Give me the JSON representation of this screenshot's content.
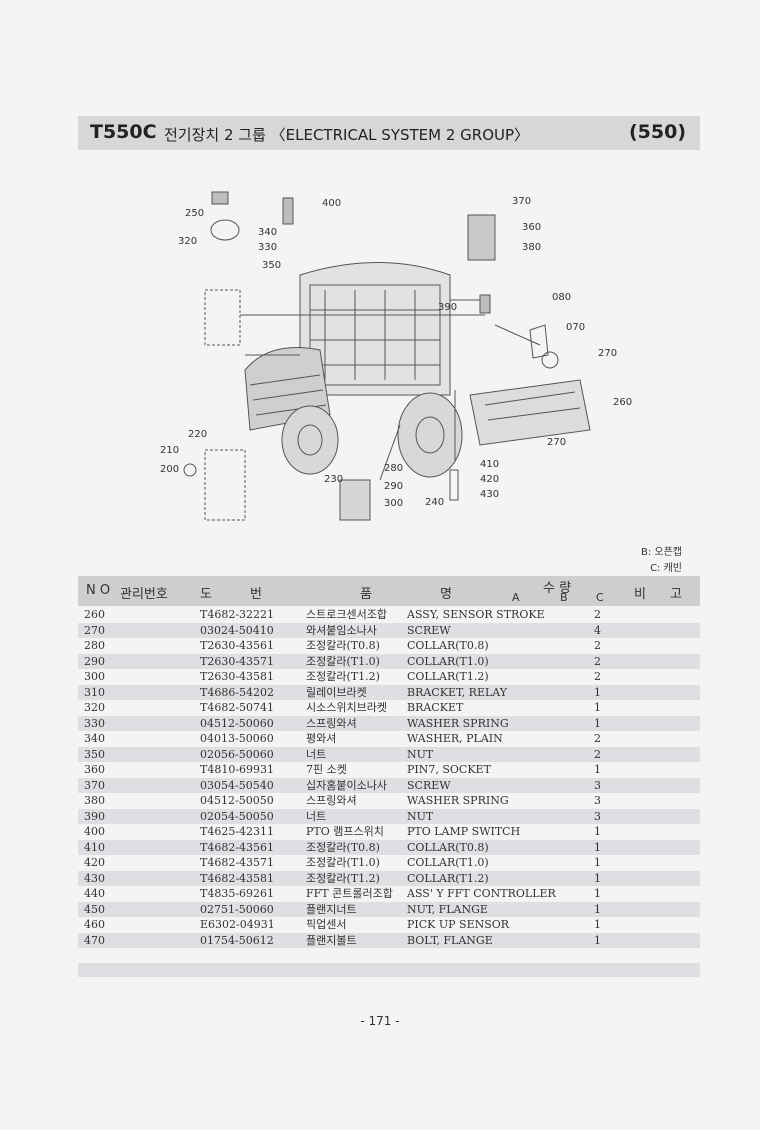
{
  "header": {
    "model": "T550C",
    "title": "전기장치 2 그룹 〈ELECTRICAL SYSTEM 2 GROUP〉",
    "page_code": "(550)"
  },
  "diagram": {
    "callouts": [
      "250",
      "400",
      "370",
      "340",
      "360",
      "320",
      "330",
      "380",
      "350",
      "080",
      "390",
      "070",
      "270",
      "260",
      "220",
      "270",
      "210",
      "280",
      "410",
      "200",
      "230",
      "290",
      "420",
      "300",
      "240",
      "430"
    ]
  },
  "legend": {
    "b": "B: 오픈캡",
    "c": "C: 캐빈"
  },
  "table": {
    "headers": {
      "no": "N O",
      "mgmt": "관리번호",
      "do": "도",
      "beon": "번",
      "pum": "품",
      "myeong": "명",
      "suryang": "수 량",
      "a": "A",
      "b": "B",
      "c": "C",
      "bi": "비",
      "go": "고"
    },
    "rows": [
      {
        "no": "260",
        "part": "T4682-32221",
        "kr": "스트로크센서조합",
        "en": "ASSY, SENSOR STROKE",
        "qty": "2"
      },
      {
        "no": "270",
        "part": "03024-50410",
        "kr": "와셔붙임소나사",
        "en": "SCREW",
        "qty": "4"
      },
      {
        "no": "280",
        "part": "T2630-43561",
        "kr": "조정칼라(T0.8)",
        "en": "COLLAR(T0.8)",
        "qty": "2"
      },
      {
        "no": "290",
        "part": "T2630-43571",
        "kr": "조정칼라(T1.0)",
        "en": "COLLAR(T1.0)",
        "qty": "2"
      },
      {
        "no": "300",
        "part": "T2630-43581",
        "kr": "조정칼라(T1.2)",
        "en": "COLLAR(T1.2)",
        "qty": "2"
      },
      {
        "no": "310",
        "part": "T4686-54202",
        "kr": "릴레이브라켓",
        "en": "BRACKET, RELAY",
        "qty": "1"
      },
      {
        "no": "320",
        "part": "T4682-50741",
        "kr": "시소스위치브라켓",
        "en": "BRACKET",
        "qty": "1"
      },
      {
        "no": "330",
        "part": "04512-50060",
        "kr": "스프링와셔",
        "en": "WASHER SPRING",
        "qty": "1"
      },
      {
        "no": "340",
        "part": "04013-50060",
        "kr": "평와셔",
        "en": "WASHER, PLAIN",
        "qty": "2"
      },
      {
        "no": "350",
        "part": "02056-50060",
        "kr": "너트",
        "en": "NUT",
        "qty": "2"
      },
      {
        "no": "360",
        "part": "T4810-69931",
        "kr": "7핀 소켓",
        "en": "PIN7, SOCKET",
        "qty": "1"
      },
      {
        "no": "370",
        "part": "03054-50540",
        "kr": "십자홈붙이소나사",
        "en": "SCREW",
        "qty": "3"
      },
      {
        "no": "380",
        "part": "04512-50050",
        "kr": "스프링와셔",
        "en": "WASHER SPRING",
        "qty": "3"
      },
      {
        "no": "390",
        "part": "02054-50050",
        "kr": "너트",
        "en": "NUT",
        "qty": "3"
      },
      {
        "no": "400",
        "part": "T4625-42311",
        "kr": "PTO 램프스위치",
        "en": "PTO LAMP SWITCH",
        "qty": "1"
      },
      {
        "no": "410",
        "part": "T4682-43561",
        "kr": "조정칼라(T0.8)",
        "en": "COLLAR(T0.8)",
        "qty": "1"
      },
      {
        "no": "420",
        "part": "T4682-43571",
        "kr": "조정칼라(T1.0)",
        "en": "COLLAR(T1.0)",
        "qty": "1"
      },
      {
        "no": "430",
        "part": "T4682-43581",
        "kr": "조정칼라(T1.2)",
        "en": "COLLAR(T1.2)",
        "qty": "1"
      },
      {
        "no": "440",
        "part": "T4835-69261",
        "kr": "FFT 콘트롤러조합",
        "en": "ASS' Y FFT CONTROLLER",
        "qty": "1"
      },
      {
        "no": "450",
        "part": "02751-50060",
        "kr": "플랜지너트",
        "en": "NUT, FLANGE",
        "qty": "1"
      },
      {
        "no": "460",
        "part": "E6302-04931",
        "kr": "픽업센서",
        "en": "PICK UP SENSOR",
        "qty": "1"
      },
      {
        "no": "470",
        "part": "01754-50612",
        "kr": "플랜지볼트",
        "en": "BOLT, FLANGE",
        "qty": "1"
      }
    ]
  },
  "footer": {
    "page_number": "- 171 -"
  }
}
